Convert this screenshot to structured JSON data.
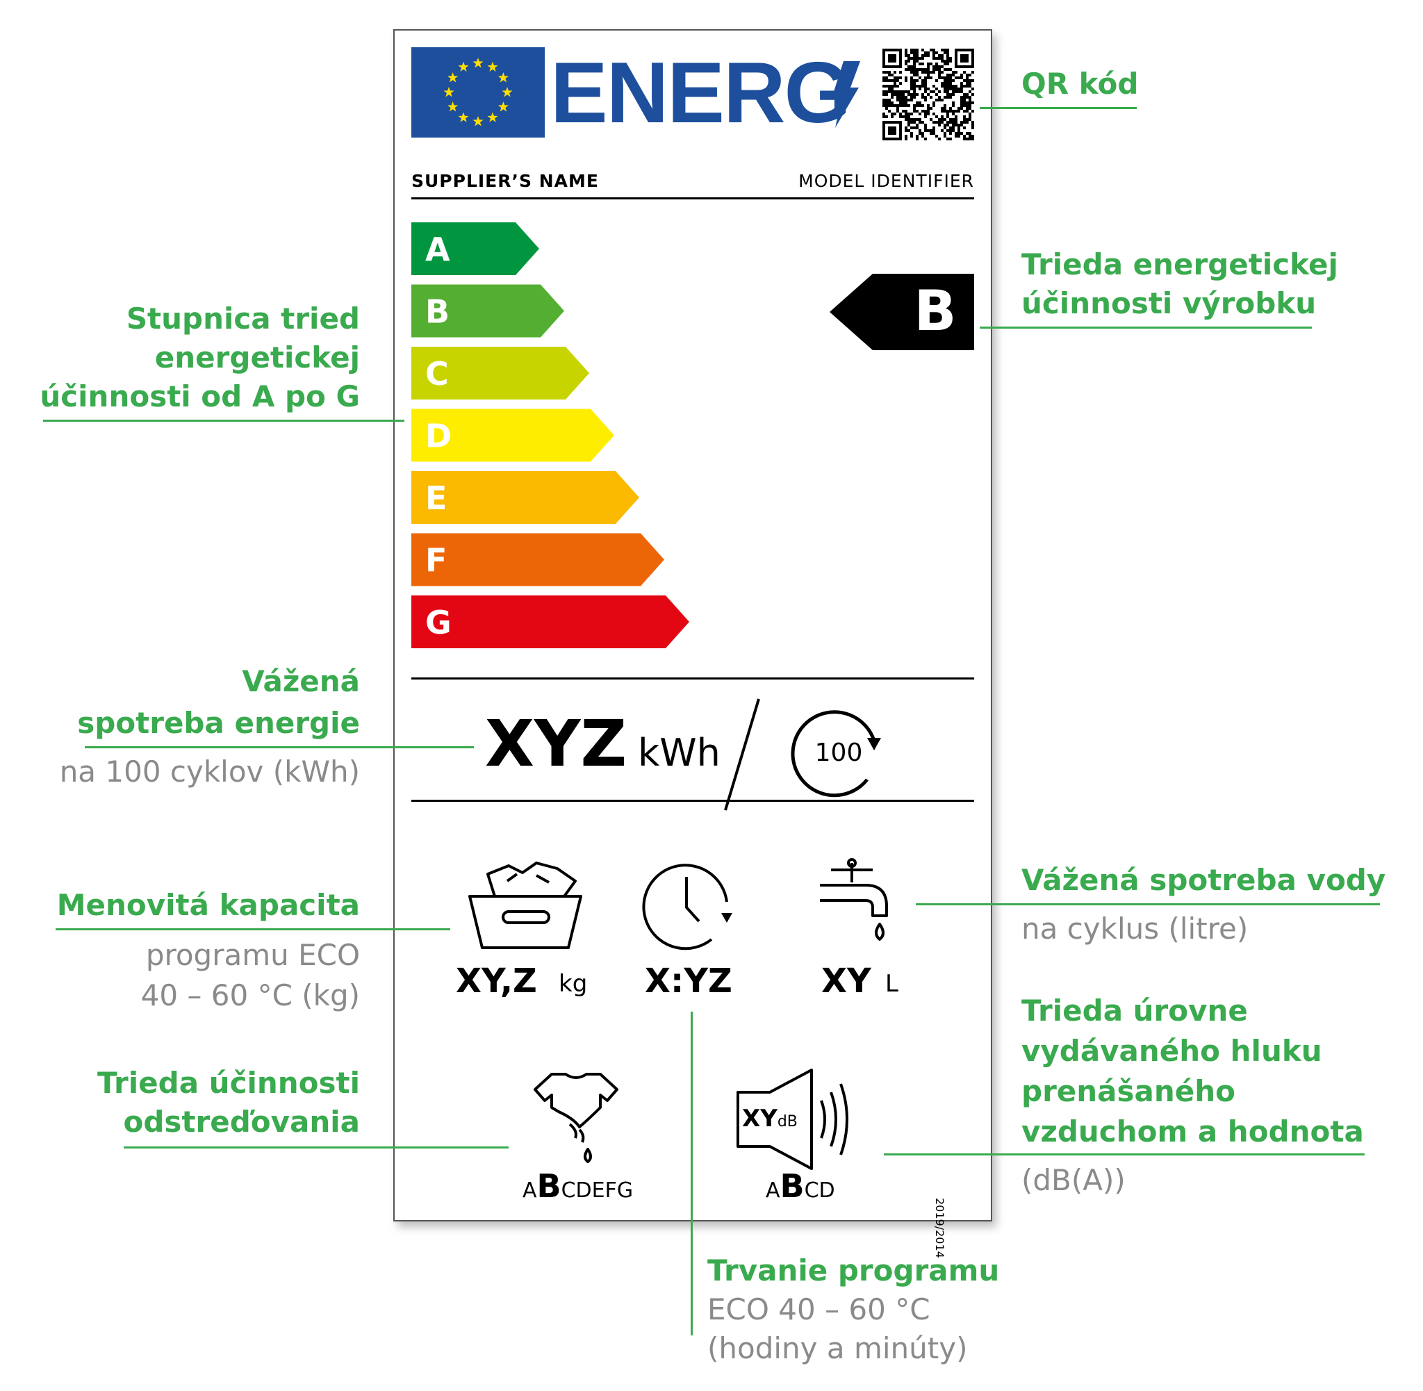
{
  "label": {
    "energy_word": "ENERG",
    "supplier_name": "SUPPLIER’S NAME",
    "model_identifier": "MODEL IDENTIFIER",
    "scale": [
      {
        "letter": "A",
        "color": "#00963f"
      },
      {
        "letter": "B",
        "color": "#54ae32"
      },
      {
        "letter": "C",
        "color": "#c8d400"
      },
      {
        "letter": "D",
        "color": "#ffed00"
      },
      {
        "letter": "E",
        "color": "#fbb900"
      },
      {
        "letter": "F",
        "color": "#ec6608"
      },
      {
        "letter": "G",
        "color": "#e30613"
      }
    ],
    "product_class": "B",
    "energy_value": "XYZ",
    "energy_unit": "kWh",
    "cycles_number": "100",
    "capacity_value": "XY,Z",
    "capacity_unit": "kg",
    "duration_value": "X:YZ",
    "water_value": "XY",
    "water_unit": "L",
    "spin_prefix": "A",
    "spin_selected": "B",
    "spin_suffix": "CDEFG",
    "noise_value": "XY",
    "noise_unit": "dB",
    "noise_prefix": "A",
    "noise_selected": "B",
    "noise_suffix": "CD",
    "regulation": "2019/2014"
  },
  "annotations": {
    "qr": "QR kód",
    "product_class_line1": "Trieda energetickej",
    "product_class_line2": "účinnosti výrobku",
    "scale_line1": "Stupnica tried",
    "scale_line2": "energetickej",
    "scale_line3": "účinnosti od A po G",
    "energy_line1": "Vážená",
    "energy_line2": "spotreba energie",
    "energy_detail": "na 100 cyklov (kWh)",
    "capacity_title": "Menovitá kapacita",
    "capacity_detail1": "programu ECO",
    "capacity_detail2": "40 – 60 °C (kg)",
    "water_title": "Vážená spotreba vody",
    "water_detail": "na cyklus (litre)",
    "noise_line1": "Trieda úrovne",
    "noise_line2": "vydávaného hluku",
    "noise_line3": "prenášaného",
    "noise_line4": "vzduchom a hodnota",
    "noise_detail": "(dB(A))",
    "spin_line1": "Trieda účinnosti",
    "spin_line2": "odstreďovania",
    "duration_title": "Trvanie programu",
    "duration_detail1": "ECO 40 – 60 °C",
    "duration_detail2": "(hodiny a minúty)"
  },
  "colors": {
    "annotation_green": "#3aaa4f",
    "annotation_grey": "#8a8a8a",
    "eu_blue": "#1d4f9c",
    "eu_yellow": "#ffdd00"
  }
}
